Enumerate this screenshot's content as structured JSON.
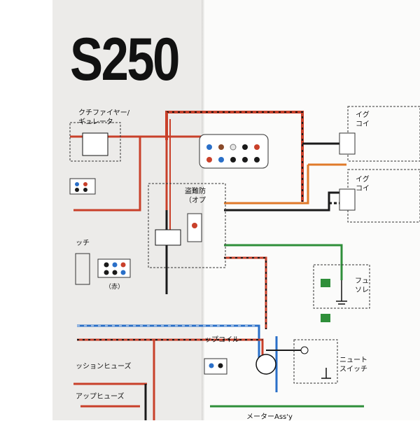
{
  "title": "S250",
  "labels": {
    "rectifier_line1": "クチファイヤー/",
    "rectifier_line2": "ギュレータ",
    "antitheft_line1": "盗難防",
    "antitheft_line2": "（オプ",
    "switch": "ッチ",
    "connector_color": "（赤）",
    "ignition_coil_1_line1": "イグ",
    "ignition_coil_1_line2": "コイ",
    "ignition_coil_2_line1": "イグ",
    "ignition_coil_2_line2": "コイ",
    "fuel_solenoid_line1": "フュ",
    "fuel_solenoid_line2": "ソレ",
    "pickup_coil": "ップコイル",
    "ignition_fuse": "ッションヒューズ",
    "backup_fuse": "アップヒューズ",
    "neutral_switch_line1": "ニュート",
    "neutral_switch_line2": "スイッチ",
    "meter_assy": "メーターAss'y"
  },
  "colors": {
    "wire_red": "#c9402a",
    "wire_black": "#1a1a1a",
    "wire_orange": "#e07a2a",
    "wire_green": "#2f8f3a",
    "wire_blue": "#2a6fc8",
    "wire_brown": "#8a4a2a"
  },
  "icons": [
    "connector-icon",
    "ground-icon",
    "coil-icon",
    "lamp-icon"
  ]
}
